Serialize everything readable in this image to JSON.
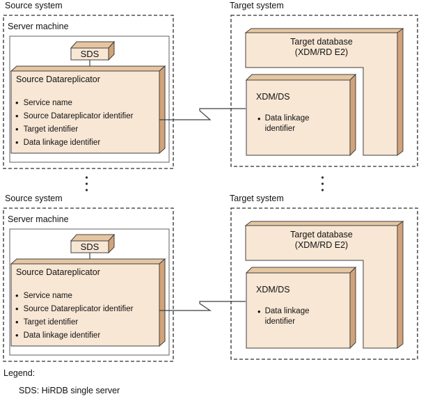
{
  "diagram": {
    "repeated_pairs": 2,
    "source_system": {
      "label": "Source system",
      "server_machine_label": "Server machine",
      "sds_label": "SDS",
      "datareplicator": {
        "title": "Source Datareplicator",
        "bullets": [
          "Service name",
          "Source Datareplicator identifier",
          "Target identifier",
          "Data linkage identifier"
        ]
      }
    },
    "target_system": {
      "label": "Target system",
      "target_database": {
        "line1": "Target database",
        "line2": "(XDM/RD E2)"
      },
      "xdm_ds": {
        "title": "XDM/DS",
        "bullet": "Data linkage identifier"
      }
    },
    "legend": {
      "label": "Legend:",
      "entry": "SDS: HiRDB single server"
    },
    "icons": {
      "continuation": "vertical-ellipsis-dots",
      "connection_break": "zigzag-break-line"
    },
    "colors": {
      "face": "#f8e7d5",
      "top": "#e6c6a2",
      "side": "#d2a379",
      "line": "#3f3f3f",
      "text": "#111111",
      "background": "#ffffff"
    }
  }
}
